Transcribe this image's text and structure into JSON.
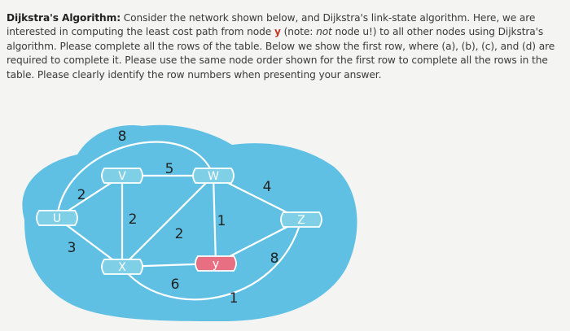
{
  "question": {
    "heading": "Dijkstra's Algorithm:",
    "part1": " Consider the network shown below, and Dijkstra's link-state algorithm. Here, we are interested in computing the least cost path from node ",
    "source_node": "y",
    "part2": " (note: ",
    "not_word": "not",
    "part3": " node u!) to all other nodes using Dijkstra's algorithm. Please complete all the rows of the table. Below we show the first row, where (a), (b), (c), and (d) are required to complete it. Please use the same node order shown for the first row to complete all the rows in the table. Please clearly identify the row numbers when presenting your answer."
  },
  "graph": {
    "colors": {
      "cloud": "#5fc0e3",
      "node": "#7fd0e6",
      "highlight": "#e86f82",
      "edge": "#ffffff"
    },
    "nodes": [
      {
        "id": "u",
        "label": "U"
      },
      {
        "id": "v",
        "label": "V"
      },
      {
        "id": "w",
        "label": "W"
      },
      {
        "id": "x",
        "label": "X"
      },
      {
        "id": "y",
        "label": "y",
        "highlighted": true
      },
      {
        "id": "z",
        "label": "Z"
      }
    ],
    "edges": [
      {
        "from": "u",
        "to": "v",
        "weight": "2"
      },
      {
        "from": "u",
        "to": "x",
        "weight": "3"
      },
      {
        "from": "v",
        "to": "w",
        "weight": "5"
      },
      {
        "from": "v",
        "to": "x",
        "weight": "2"
      },
      {
        "from": "x",
        "to": "w",
        "weight": "2"
      },
      {
        "from": "x",
        "to": "y",
        "weight": "6"
      },
      {
        "from": "w",
        "to": "y",
        "weight": "1"
      },
      {
        "from": "w",
        "to": "z",
        "weight": "4"
      },
      {
        "from": "y",
        "to": "z",
        "weight": "8"
      },
      {
        "from": "u",
        "to": "w",
        "weight": "8"
      },
      {
        "from": "x",
        "to": "z",
        "weight": "1"
      }
    ]
  }
}
